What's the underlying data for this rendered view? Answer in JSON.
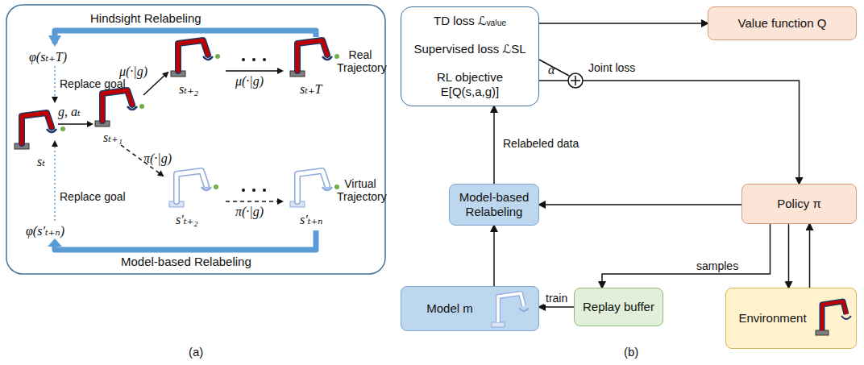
{
  "diagram": {
    "nodes": [
      {
        "text": [
          "TD loss ℒᵥₐₗᵤₑ",
          "Supervised loss ℒSL",
          "RL objective E[Q(s,a,g)]"
        ]
      },
      {
        "text": [
          "Value function Q"
        ]
      },
      {
        "text": [
          "Policy π"
        ]
      },
      {
        "text": [
          "Model-based Relabeling"
        ]
      },
      {
        "text": [
          "Model m"
        ]
      },
      {
        "text": [
          "Replay buffer"
        ]
      },
      {
        "text": [
          "Environment"
        ]
      }
    ],
    "edges": [
      {
        "from": 0,
        "to": 1,
        "arrow": "to"
      },
      {
        "from": 0,
        "to": 2,
        "label": "Joint loss",
        "arrow": "to"
      },
      {
        "from": 2,
        "to": 3,
        "arrow": "to"
      },
      {
        "from": 3,
        "to": 0,
        "label": "Relabeled data",
        "arrow": "to"
      },
      {
        "from": 4,
        "to": 3,
        "arrow": "to"
      },
      {
        "from": 5,
        "to": 4,
        "label": "train",
        "arrow": "to"
      },
      {
        "from": 2,
        "to": 6,
        "arrow": "to"
      },
      {
        "from": 6,
        "to": 2,
        "arrow": "to"
      },
      {
        "from": 2,
        "to": 5,
        "label": "samples",
        "arrow": "to"
      }
    ],
    "labels": [
      "Hindsight Relabeling",
      "φ(sₜ₊T)",
      "Replace goal",
      "sₜ",
      "g, aₜ",
      "sₜ₊₁",
      "μ(·|g)",
      "sₜ₊₂",
      "μ(·|g)",
      "sₜ₊T",
      "Real Trajectory",
      "π(·|g)",
      "s′ₜ₊₂",
      "π(·|g)",
      "s′ₜ₊ₙ",
      "Virtual Trajectory",
      "φ(s′ₜ₊ₙ)",
      "Replace goal",
      "Model-based Relabeling",
      "(a)",
      "α",
      "(b)"
    ]
  }
}
